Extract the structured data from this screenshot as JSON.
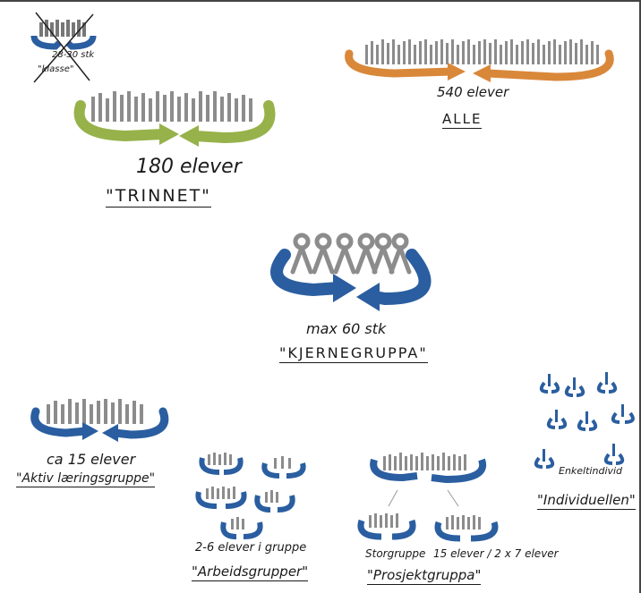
{
  "colors": {
    "blue": "#2a5ea0",
    "green": "#97b24a",
    "orange": "#d9883a",
    "people": "#8c8c8c",
    "ink": "#1a1a1a"
  },
  "groups": {
    "klasse": {
      "count": "28-30 stk",
      "label": "\"klasse\""
    },
    "alle": {
      "count": "540 elever",
      "label": "ALLE"
    },
    "trinnet": {
      "count": "180 elever",
      "label": "\"TRINNET\""
    },
    "kjernegruppa": {
      "count": "max 60 stk",
      "label": "\"KJERNEGRUPPA\""
    },
    "aktiv": {
      "count": "ca 15 elever",
      "label": "\"Aktiv læringsgruppe\""
    },
    "arbeid": {
      "count": "2-6 elever i gruppe",
      "label": "\"Arbeidsgrupper\""
    },
    "prosjekt": {
      "count_left": "Storgruppe",
      "count_right": "15 elever / 2 x 7 elever",
      "label": "\"Prosjektgruppa\""
    },
    "individ": {
      "count": "Enkeltindivid",
      "label": "\"Individuellen\""
    }
  }
}
